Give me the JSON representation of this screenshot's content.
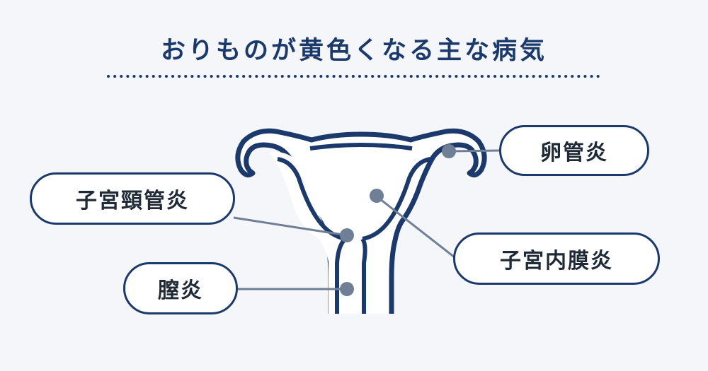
{
  "title": "おりものが黄色くなる主な病気",
  "colors": {
    "background": "#f4f6f9",
    "outline": "#1b3a6b",
    "leader": "#6e7f96",
    "box_fill": "#ffffff"
  },
  "labels": {
    "oviduct": "卵管炎",
    "cervicitis": "子宮頸管炎",
    "endometritis": "子宮内膜炎",
    "vaginitis": "膣炎"
  }
}
